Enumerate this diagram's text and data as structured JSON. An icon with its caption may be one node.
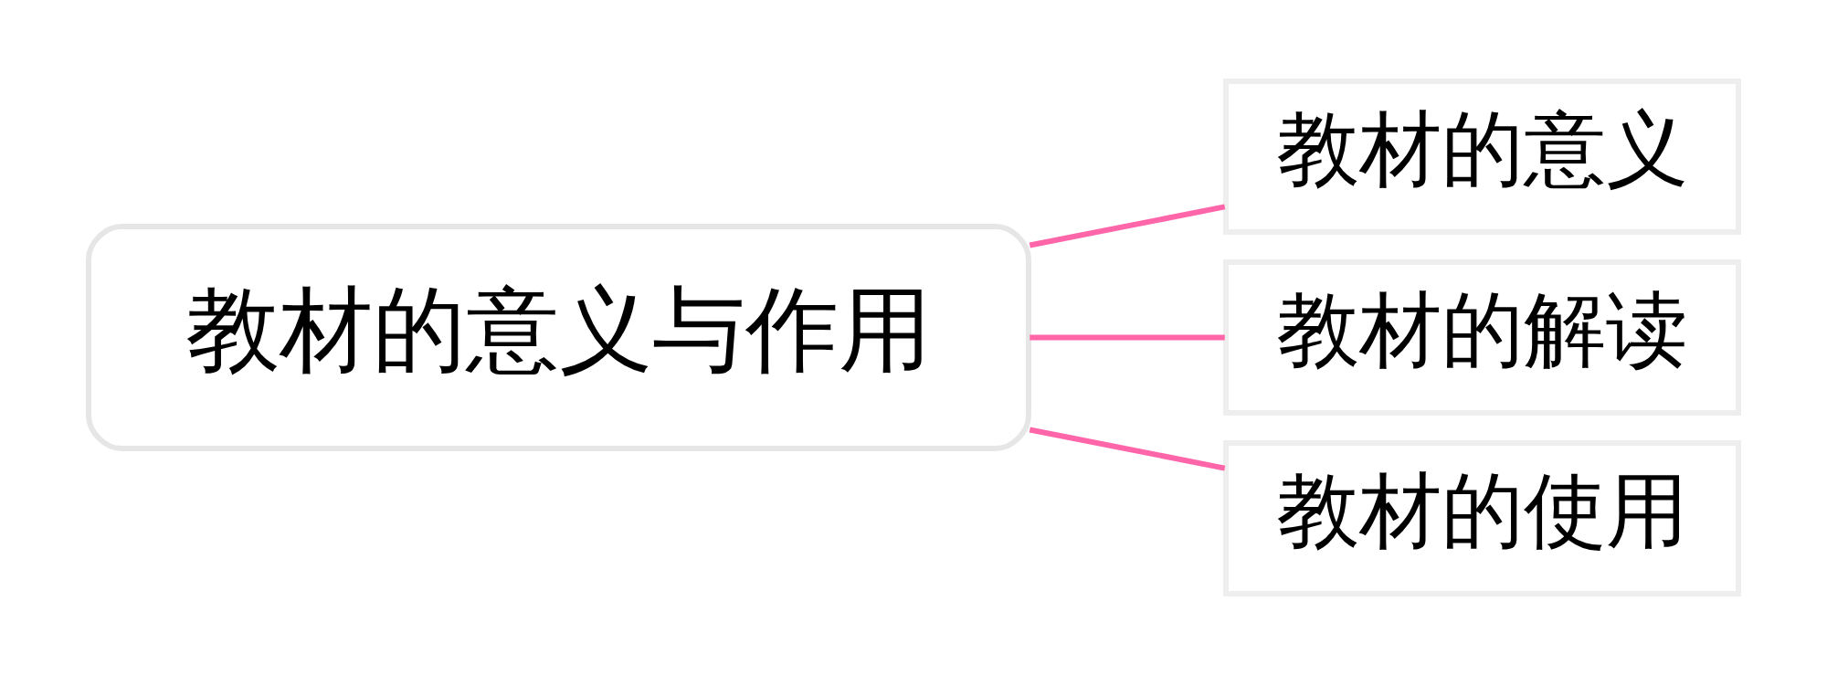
{
  "diagram": {
    "nodes": [
      {
        "text": [
          "教材的意义与作用"
        ]
      },
      {
        "text": [
          "教材的意义"
        ]
      },
      {
        "text": [
          "教材的解读"
        ]
      },
      {
        "text": [
          "教材的使用"
        ]
      }
    ],
    "edges": [
      {
        "from": 0,
        "to": 1,
        "arrow": "none"
      },
      {
        "from": 0,
        "to": 2,
        "arrow": "none"
      },
      {
        "from": 0,
        "to": 3,
        "arrow": "none"
      }
    ]
  }
}
